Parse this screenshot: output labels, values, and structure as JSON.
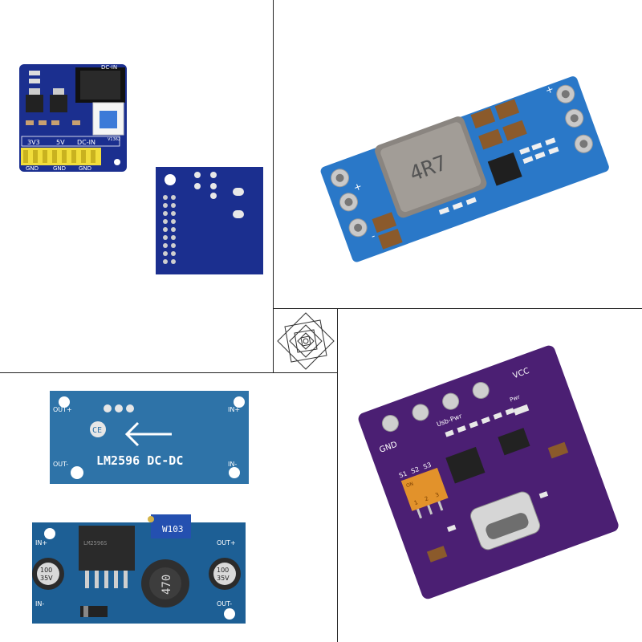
{
  "panel_1": {
    "labels": {
      "dc_in_top": "DC-IN",
      "v3v3": "3V3",
      "v5v": "5V",
      "dc_in": "DC-IN",
      "gnd_1": "GND",
      "gnd_2": "GND",
      "gnd_3": "GND",
      "model": "V1362"
    },
    "colors": {
      "pcb": "#1b2f8f",
      "header": "#f1dd3b"
    }
  },
  "panel_2": {
    "labels": {
      "inductor": "4R7",
      "plus_left": "+",
      "plus_right": "+",
      "minus": "-"
    },
    "colors": {
      "pcb": "#2a78c8",
      "inductor": "#8a8580"
    }
  },
  "panel_3": {
    "labels": {
      "gnd": "GND",
      "vcc": "VCC",
      "usb_pwr": "Usb-Pwr",
      "pwr": "Pwr",
      "s1": "S1",
      "s2": "S2",
      "s3": "S3",
      "on": "ON",
      "sw_1": "1",
      "sw_2": "2",
      "sw_3": "3"
    },
    "colors": {
      "pcb": "#4b1f73",
      "switch": "#e2922b"
    }
  },
  "panel_4": {
    "back": {
      "out_plus": "OUT+",
      "out_minus": "OUT-",
      "in_plus": "IN+",
      "in_minus": "IN-",
      "title": "LM2596 DC-DC"
    },
    "front": {
      "in_plus": "IN+",
      "in_minus": "IN-",
      "out_plus": "OUT+",
      "out_minus": "OUT-",
      "pot": "W103",
      "inductor": "470",
      "cap_left_1": "100",
      "cap_left_2": "35V",
      "cap_right_1": "100",
      "cap_right_2": "35V",
      "chip": "LM2596S"
    },
    "colors": {
      "pcb_back": "#2e73a8",
      "pcb_front": "#1d5f95"
    }
  }
}
